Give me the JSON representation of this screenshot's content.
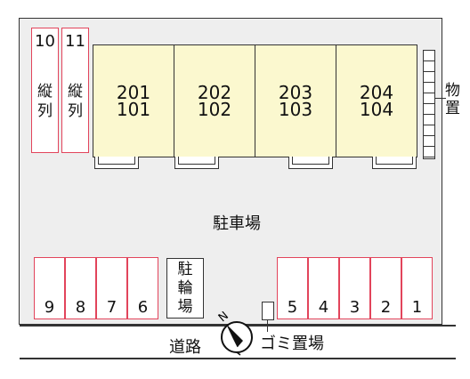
{
  "map": {
    "units": [
      {
        "upper": "201",
        "lower": "101"
      },
      {
        "upper": "202",
        "lower": "102"
      },
      {
        "upper": "203",
        "lower": "103"
      },
      {
        "upper": "204",
        "lower": "104"
      }
    ],
    "vertical_parking": [
      {
        "number": "10",
        "label_top": "縦",
        "label_bottom": "列"
      },
      {
        "number": "11",
        "label_top": "縦",
        "label_bottom": "列"
      }
    ],
    "storage_label_1": "物",
    "storage_label_2": "置",
    "parking_label": "駐車場",
    "left_slots": [
      "9",
      "8",
      "7",
      "6"
    ],
    "right_slots": [
      "5",
      "4",
      "3",
      "2",
      "1"
    ],
    "bike_parking": {
      "c1": "駐",
      "c2": "輪",
      "c3": "場"
    },
    "road_label": "道路",
    "garbage_label": "ゴミ置場",
    "compass_letter": "N"
  }
}
